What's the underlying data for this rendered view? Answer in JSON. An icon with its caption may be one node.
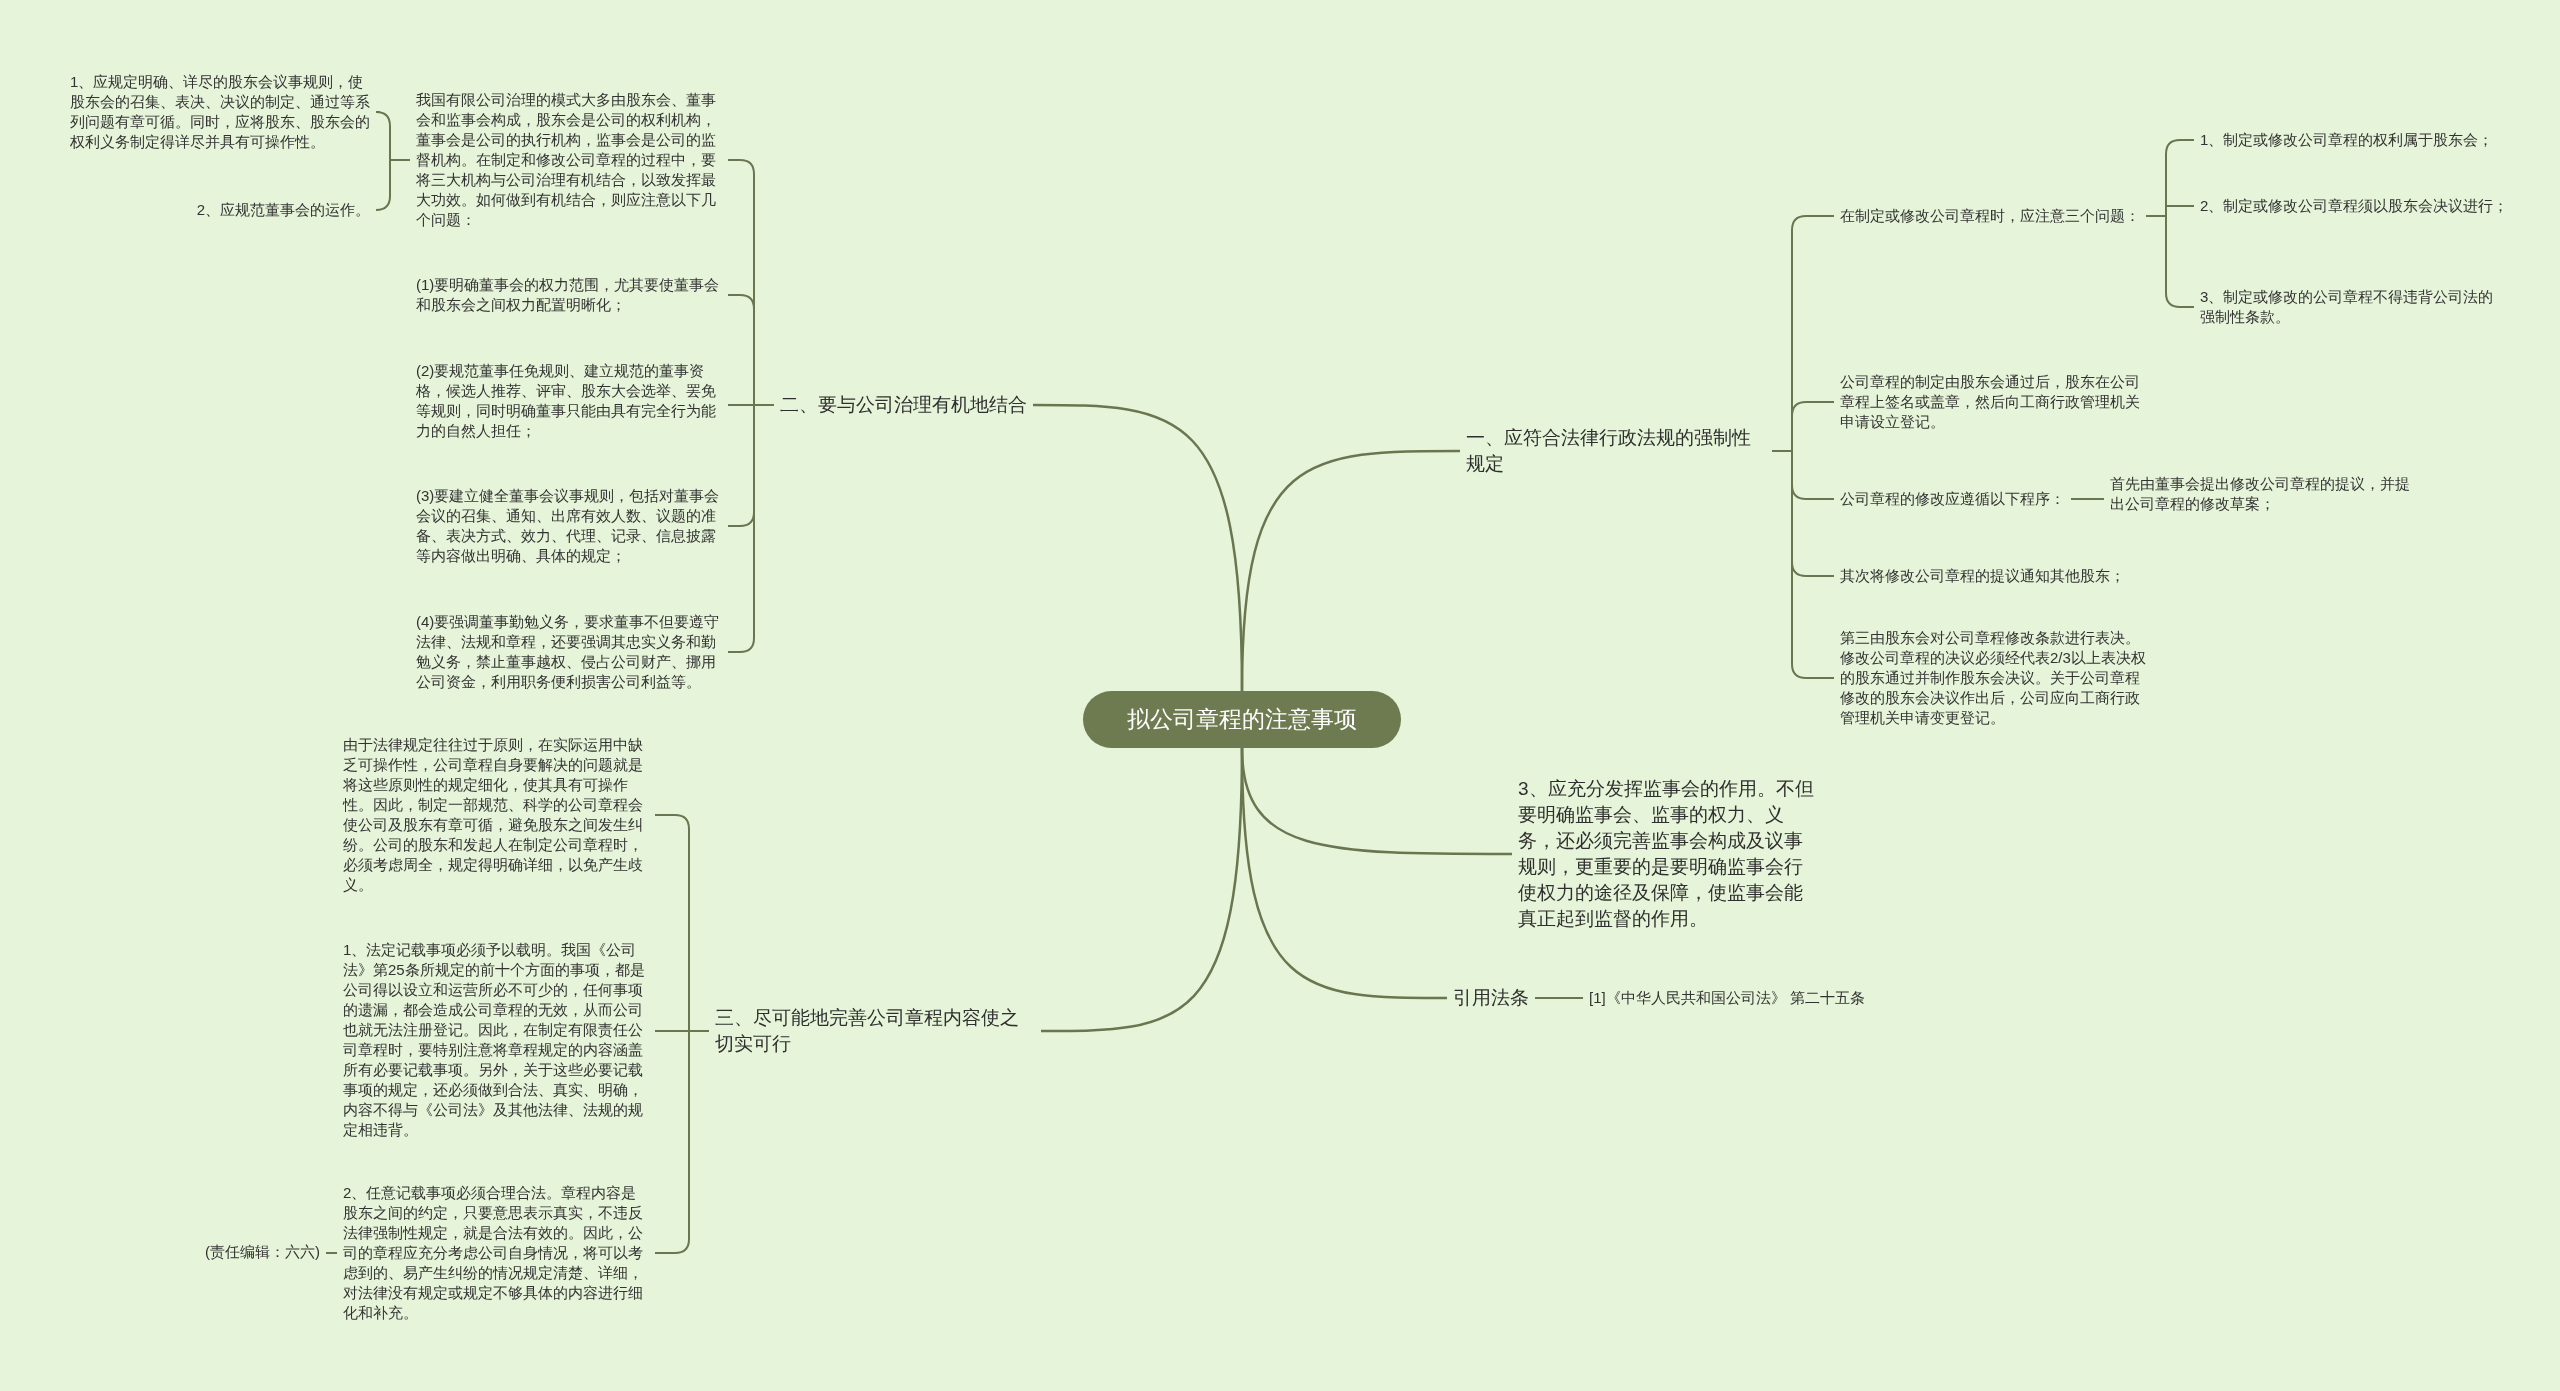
{
  "diagram": {
    "nodes": [
      {
        "text": [
          "拟公司章程的注意事项"
        ]
      },
      {
        "text": [
          "一、应符合法律行政法规的强制性规定"
        ]
      },
      {
        "text": [
          "在制定或修改公司章程时，应注意三个问题："
        ]
      },
      {
        "text": [
          "1、制定或修改公司章程的权利属于股东会；"
        ]
      },
      {
        "text": [
          "2、制定或修改公司章程须以股东会决议进行；"
        ]
      },
      {
        "text": [
          "3、制定或修改的公司章程不得违背公司法的强制性条款。"
        ]
      },
      {
        "text": [
          "公司章程的制定由股东会通过后，股东在公司章程上签名或盖章，然后向工商行政管理机关申请设立登记。"
        ]
      },
      {
        "text": [
          "公司章程的修改应遵循以下程序："
        ]
      },
      {
        "text": [
          "首先由董事会提出修改公司章程的提议，并提出公司章程的修改草案；"
        ]
      },
      {
        "text": [
          "其次将修改公司章程的提议通知其他股东；"
        ]
      },
      {
        "text": [
          "第三由股东会对公司章程修改条款进行表决。修改公司章程的决议必须经代表2/3以上表决权的股东通过并制作股东会决议。关于公司章程修改的股东会决议作出后，公司应向工商行政管理机关申请变更登记。"
        ]
      },
      {
        "text": [
          "3、应充分发挥监事会的作用。不但要明确监事会、监事的权力、义务，还必须完善监事会构成及议事规则，更重要的是要明确监事会行使权力的途径及保障，使监事会能真正起到监督的作用。"
        ]
      },
      {
        "text": [
          "引用法条"
        ]
      },
      {
        "text": [
          "[1]《中华人民共和国公司法》 第二十五条"
        ]
      },
      {
        "text": [
          "二、要与公司治理有机地结合"
        ]
      },
      {
        "text": [
          "我国有限公司治理的模式大多由股东会、董事会和监事会构成，股东会是公司的权利机构，董事会是公司的执行机构，监事会是公司的监督机构。在制定和修改公司章程的过程中，要将三大机构与公司治理有机结合，以致发挥最大功效。如何做到有机结合，则应注意以下几个问题："
        ]
      },
      {
        "text": [
          "1、应规定明确、详尽的股东会议事规则，使股东会的召集、表决、决议的制定、通过等系列问题有章可循。同时，应将股东、股东会的权利义务制定得详尽并具有可操作性。"
        ]
      },
      {
        "text": [
          "2、应规范董事会的运作。"
        ]
      },
      {
        "text": [
          "(1)要明确董事会的权力范围，尤其要使董事会和股东会之间权力配置明晰化；"
        ]
      },
      {
        "text": [
          "(2)要规范董事任免规则、建立规范的董事资格，候选人推荐、评审、股东大会选举、罢免等规则，同时明确董事只能由具有完全行为能力的自然人担任；"
        ]
      },
      {
        "text": [
          "(3)要建立健全董事会议事规则，包括对董事会会议的召集、通知、出席有效人数、议题的准备、表决方式、效力、代理、记录、信息披露等内容做出明确、具体的规定；"
        ]
      },
      {
        "text": [
          "(4)要强调董事勤勉义务，要求董事不但要遵守法律、法规和章程，还要强调其忠实义务和勤勉义务，禁止董事越权、侵占公司财产、挪用公司资金，利用职务便利损害公司利益等。"
        ]
      },
      {
        "text": [
          "三、尽可能地完善公司章程内容使之切实可行"
        ]
      },
      {
        "text": [
          "由于法律规定往往过于原则，在实际运用中缺乏可操作性，公司章程自身要解决的问题就是将这些原则性的规定细化，使其具有可操作性。因此，制定一部规范、科学的公司章程会使公司及股东有章可循，避免股东之间发生纠纷。公司的股东和发起人在制定公司章程时，必须考虑周全，规定得明确详细，以免产生歧义。"
        ]
      },
      {
        "text": [
          "1、法定记载事项必须予以载明。我国《公司法》第25条所规定的前十个方面的事项，都是公司得以设立和运营所必不可少的，任何事项的遗漏，都会造成公司章程的无效，从而公司也就无法注册登记。因此，在制定有限责任公司章程时，要特别注意将章程规定的内容涵盖所有必要记载事项。另外，关于这些必要记载事项的规定，还必须做到合法、真实、明确，内容不得与《公司法》及其他法律、法规的规定相违背。"
        ]
      },
      {
        "text": [
          "2、任意记载事项必须合理合法。章程内容是股东之间的约定，只要意思表示真实，不违反法律强制性规定，就是合法有效的。因此，公司的章程应充分考虑公司自身情况，将可以考虑到的、易产生纠纷的情况规定清楚、详细，对法律没有规定或规定不够具体的内容进行细化和补充。"
        ]
      },
      {
        "text": [
          "(责任编辑：六六)"
        ]
      }
    ],
    "edges": [
      {
        "from": 0,
        "to": 1,
        "arrow": "none"
      },
      {
        "from": 1,
        "to": 2,
        "arrow": "none"
      },
      {
        "from": 2,
        "to": 3,
        "arrow": "none"
      },
      {
        "from": 2,
        "to": 4,
        "arrow": "none"
      },
      {
        "from": 2,
        "to": 5,
        "arrow": "none"
      },
      {
        "from": 1,
        "to": 6,
        "arrow": "none"
      },
      {
        "from": 1,
        "to": 7,
        "arrow": "none"
      },
      {
        "from": 7,
        "to": 8,
        "arrow": "none"
      },
      {
        "from": 1,
        "to": 9,
        "arrow": "none"
      },
      {
        "from": 1,
        "to": 10,
        "arrow": "none"
      },
      {
        "from": 0,
        "to": 11,
        "arrow": "none"
      },
      {
        "from": 0,
        "to": 12,
        "arrow": "none"
      },
      {
        "from": 12,
        "to": 13,
        "arrow": "none"
      },
      {
        "from": 0,
        "to": 14,
        "arrow": "none"
      },
      {
        "from": 14,
        "to": 15,
        "arrow": "none"
      },
      {
        "from": 15,
        "to": 16,
        "arrow": "none"
      },
      {
        "from": 15,
        "to": 17,
        "arrow": "none"
      },
      {
        "from": 14,
        "to": 18,
        "arrow": "none"
      },
      {
        "from": 14,
        "to": 19,
        "arrow": "none"
      },
      {
        "from": 14,
        "to": 20,
        "arrow": "none"
      },
      {
        "from": 14,
        "to": 21,
        "arrow": "none"
      },
      {
        "from": 0,
        "to": 22,
        "arrow": "none"
      },
      {
        "from": 22,
        "to": 23,
        "arrow": "none"
      },
      {
        "from": 22,
        "to": 24,
        "arrow": "none"
      },
      {
        "from": 22,
        "to": 25,
        "arrow": "none"
      },
      {
        "from": 25,
        "to": 26,
        "arrow": "none"
      }
    ]
  }
}
